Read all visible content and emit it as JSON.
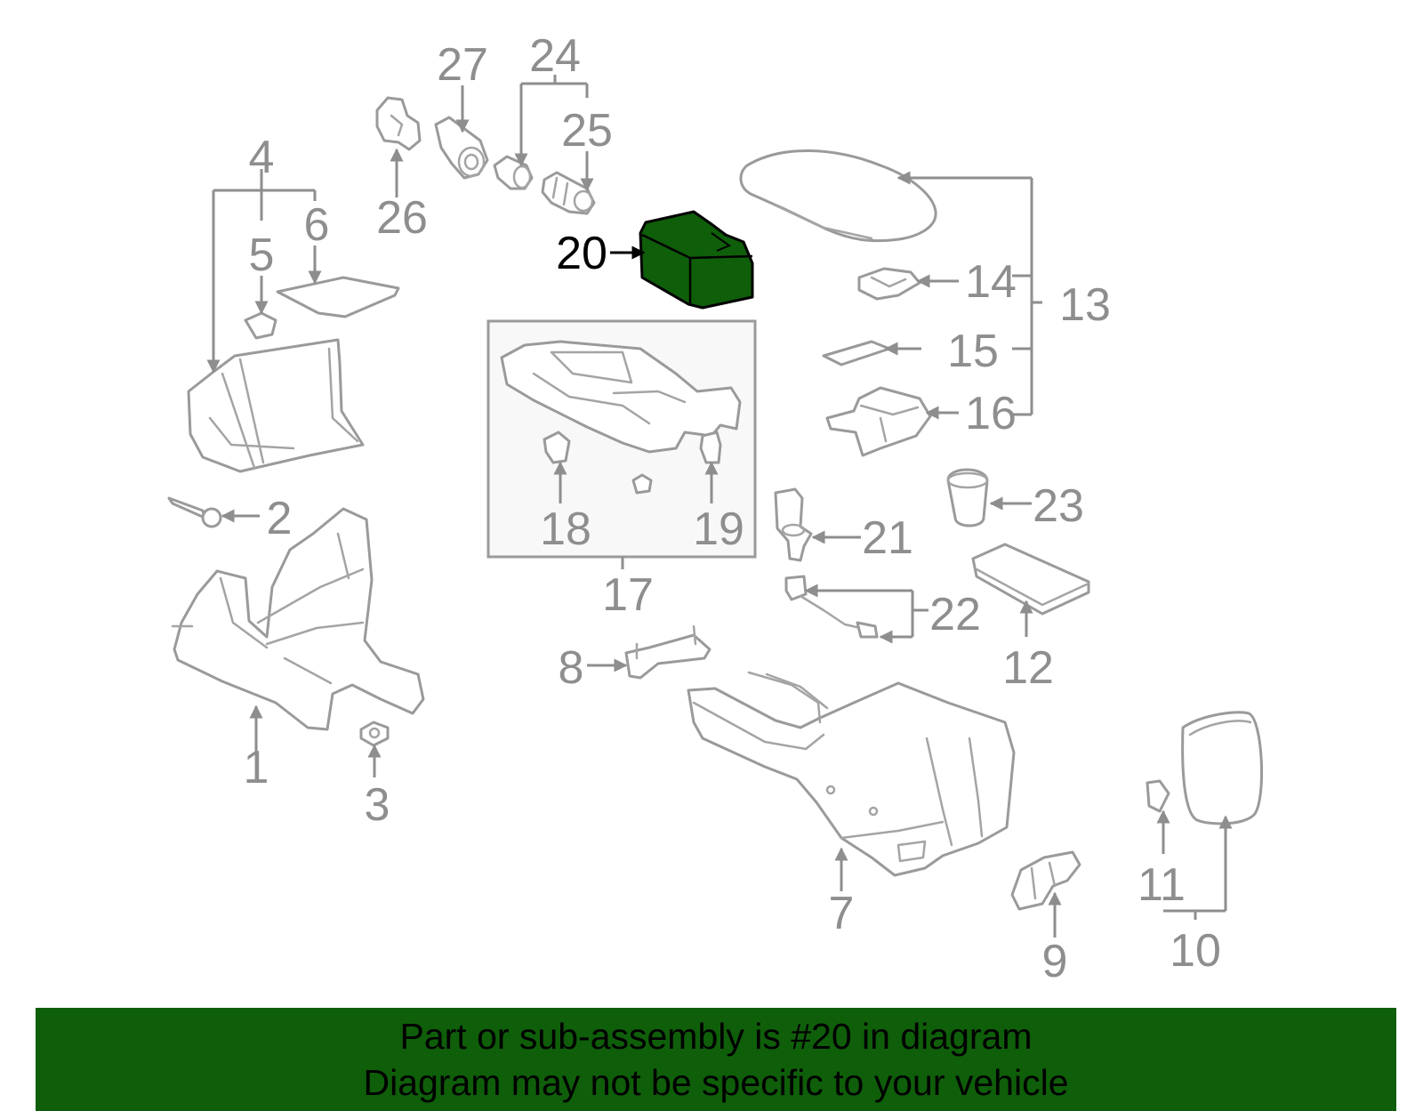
{
  "diagram": {
    "highlight_color": "#0f5e0a",
    "line_color": "#8e8e8e",
    "highlighted_part": "20",
    "labels": {
      "p1": "1",
      "p2": "2",
      "p3": "3",
      "p4": "4",
      "p5": "5",
      "p6": "6",
      "p7": "7",
      "p8": "8",
      "p9": "9",
      "p10": "10",
      "p11": "11",
      "p12": "12",
      "p13": "13",
      "p14": "14",
      "p15": "15",
      "p16": "16",
      "p17": "17",
      "p18": "18",
      "p19": "19",
      "p20": "20",
      "p21": "21",
      "p22": "22",
      "p23": "23",
      "p24": "24",
      "p25": "25",
      "p26": "26",
      "p27": "27"
    }
  },
  "footer": {
    "background": "#0f5e0a",
    "line1": "Part or sub-assembly is #20 in diagram",
    "line2": "Diagram may not be specific to your vehicle"
  }
}
